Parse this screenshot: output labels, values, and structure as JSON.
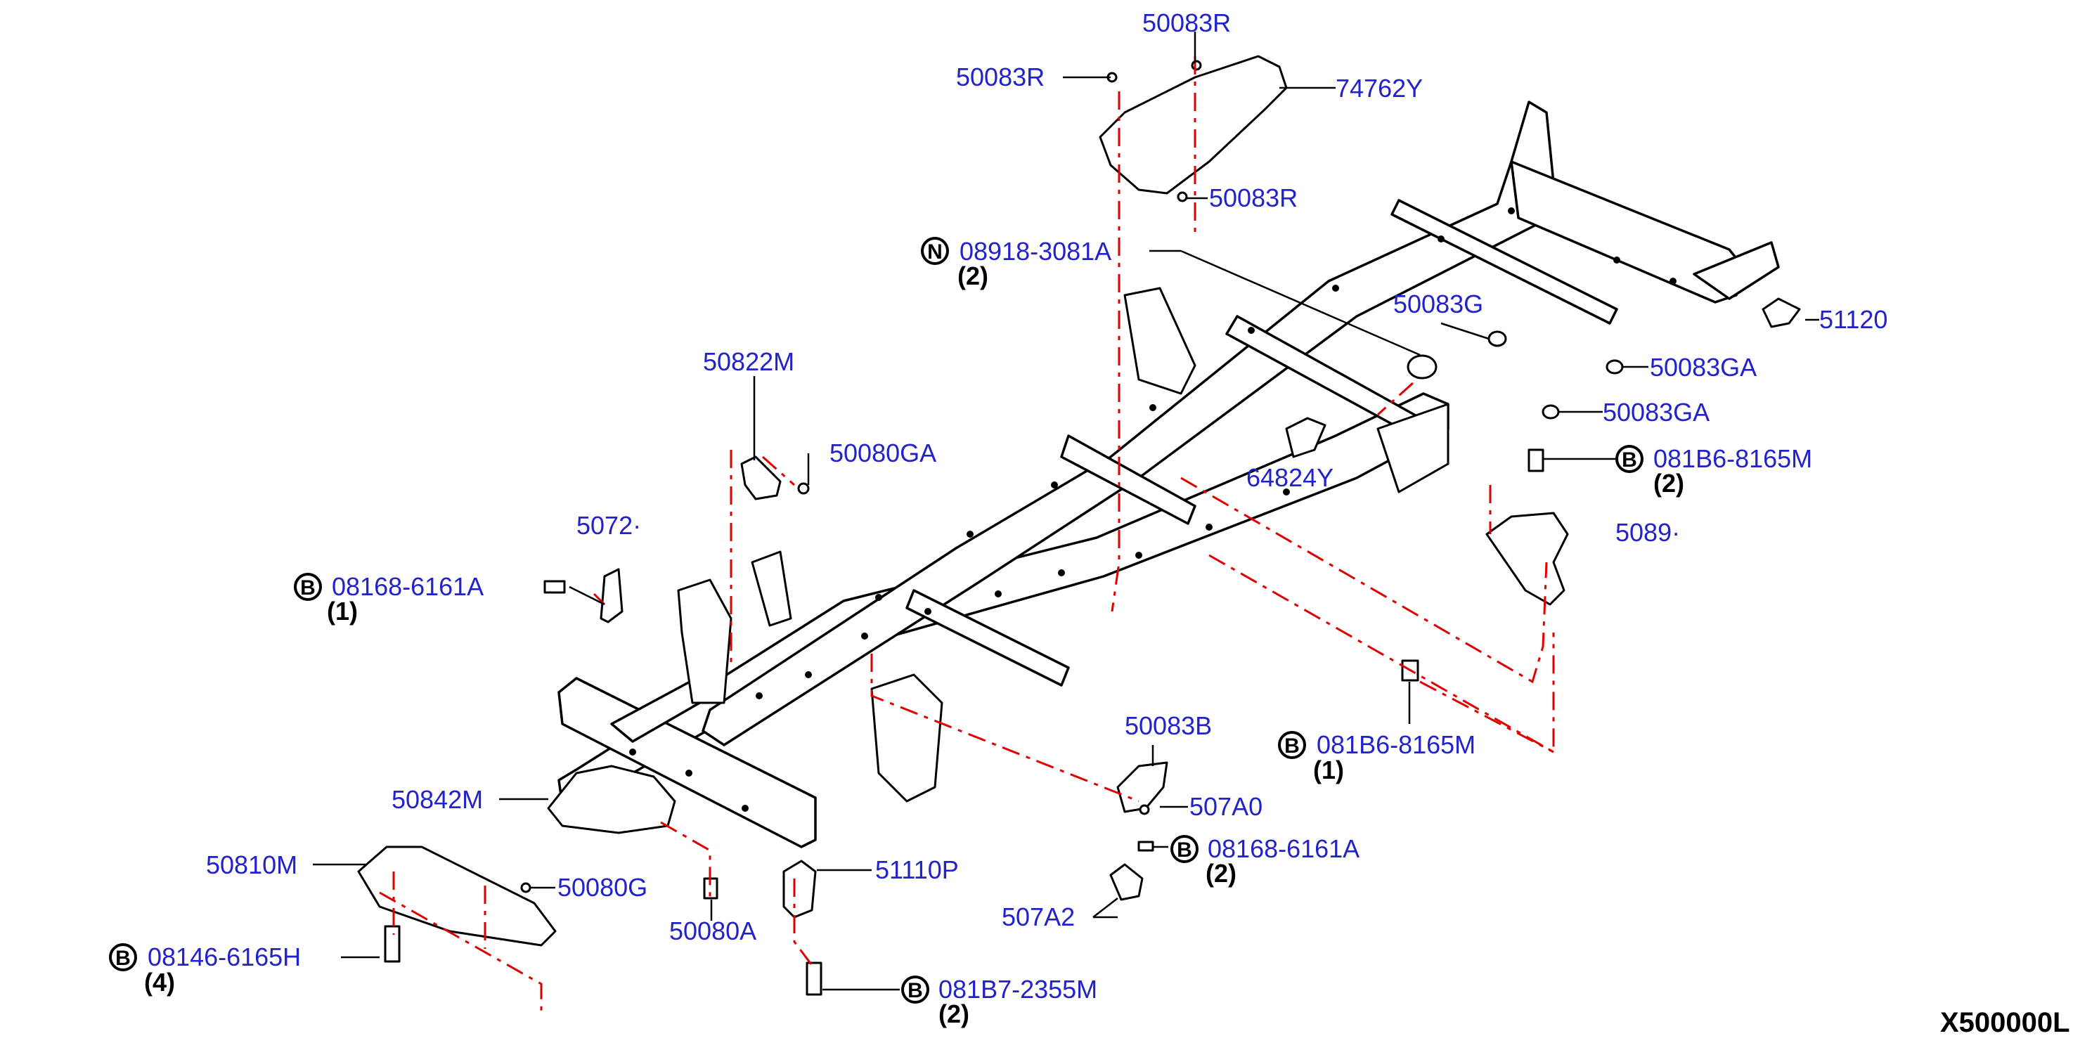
{
  "labels": {
    "p50083R_top": "50083R",
    "p50083R_left": "50083R",
    "p74762Y": "74762Y",
    "p50083R_bottom": "50083R",
    "p08918": "08918-3081A",
    "q08918": "(2)",
    "p50083G": "50083G",
    "p51120": "51120",
    "p50083GA_1": "50083GA",
    "p50083GA_2": "50083GA",
    "p50822M": "50822M",
    "p50080GA": "50080GA",
    "p64824Y": "64824Y",
    "p081B6_top": "081B6-8165M",
    "q081B6_top": "(2)",
    "p5072x": "5072·",
    "p5089x": "5089·",
    "p08168_left": "08168-6161A",
    "q08168_left": "(1)",
    "p081B6_mid": "081B6-8165M",
    "q081B6_mid": "(1)",
    "p50083B": "50083B",
    "p50842M": "50842M",
    "p507A0": "507A0",
    "p08168_right": "08168-6161A",
    "q08168_right": "(2)",
    "p50810M": "50810M",
    "p50080G": "50080G",
    "p51110P": "51110P",
    "p507A2": "507A2",
    "p50080A": "50080A",
    "p08146": "08146-6165H",
    "q08146": "(4)",
    "p081B7": "081B7-2355M",
    "q081B7": "(2)"
  },
  "badges": {
    "bolt": "B",
    "nut": "N"
  },
  "diagram_code": "X500000L",
  "colors": {
    "label": "#2222cc",
    "dash": "#e00000",
    "line": "#000000"
  }
}
